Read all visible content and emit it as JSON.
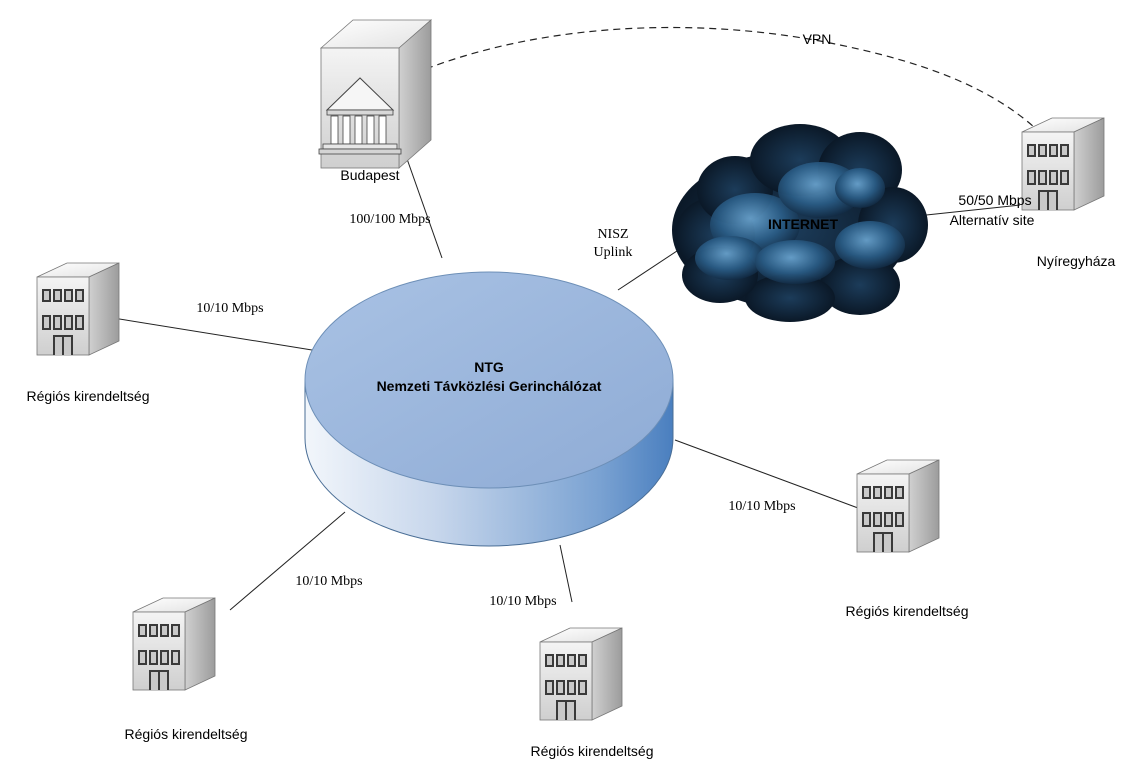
{
  "hub": {
    "title": "NTG",
    "subtitle": "Nemzeti Távközlési Gerinchálózat"
  },
  "cloud": {
    "label": "INTERNET"
  },
  "sites": {
    "budapest": "Budapest",
    "nyiregyhaza": "Nyíregyháza",
    "regional_left": "Régiós kirendeltség",
    "regional_bottom_left": "Régiós kirendeltség",
    "regional_bottom": "Régiós kirendeltség",
    "regional_right": "Régiós kirendeltség"
  },
  "links": {
    "budapest_bw": "100/100 Mbps",
    "uplink_line1": "NISZ",
    "uplink_line2": "Uplink",
    "left_bw": "10/10 Mbps",
    "bottom_left_bw": "10/10 Mbps",
    "bottom_bw": "10/10 Mbps",
    "right_bw": "10/10 Mbps",
    "nyiregyhaza_bw": "50/50 Mbps",
    "nyiregyhaza_role": "Alternatív site",
    "vpn": "VPN"
  },
  "colors": {
    "cylinder_top": "#9db7dc",
    "cylinder_side": "#5a8cc4",
    "cloud_dark": "#0b1a2c",
    "cloud_light": "#4f88b5",
    "line": "#222222"
  },
  "icons": {
    "regional": "office-building-icon",
    "budapest": "government-building-icon",
    "nyiregyhaza": "office-building-icon",
    "hub": "network-cylinder-icon",
    "cloud": "internet-cloud-icon"
  }
}
